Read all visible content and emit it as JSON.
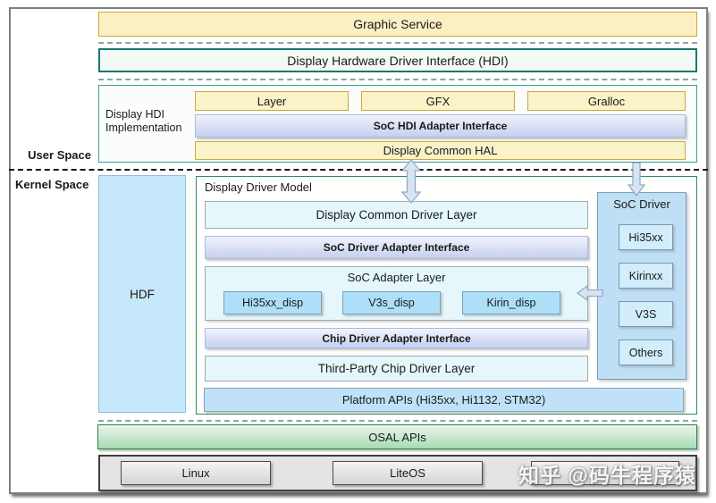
{
  "labels": {
    "user_space": "User Space",
    "kernel_space": "Kernel Space"
  },
  "top": {
    "graphic_service": "Graphic Service",
    "hdi": "Display Hardware Driver Interface (HDI)"
  },
  "hdi_impl": {
    "label": "Display HDI Implementation",
    "modules": [
      "Layer",
      "GFX",
      "Gralloc"
    ],
    "adapter": "SoC HDI Adapter Interface",
    "hal": "Display Common HAL"
  },
  "kernel": {
    "hdf": "HDF",
    "ddm": {
      "title": "Display Driver Model",
      "common_layer": "Display Common Driver Layer",
      "soc_adapter_interface": "SoC Driver Adapter Interface",
      "soc_adapter_layer": {
        "title": "SoC Adapter Layer",
        "chips": [
          "Hi35xx_disp",
          "V3s_disp",
          "Kirin_disp"
        ]
      },
      "chip_adapter_interface": "Chip Driver Adapter Interface",
      "third_party": "Third-Party Chip Driver Layer",
      "platform_apis": "Platform APIs (Hi35xx, Hi1132, STM32)"
    },
    "soc_driver": {
      "title": "SoC Driver",
      "chips": [
        "Hi35xx",
        "Kirinxx",
        "V3S",
        "Others"
      ]
    }
  },
  "bottom": {
    "osal": "OSAL APIs",
    "os_list": [
      "Linux",
      "LiteOS"
    ]
  },
  "watermark": "知乎 @码牛程序猿",
  "palette": {
    "yellow_fill": "#faf2c8",
    "yellow_border": "#c9a93e",
    "teal_border": "#15796b",
    "green_border": "#2e8b62",
    "periwinkle_top": "#f1f4fc",
    "periwinkle_bottom": "#c5cff0",
    "cyan_fill": "#e5f7fa",
    "blue_chip": "#ade0f8",
    "hdf_blue": "#c5e8fa",
    "soc_driver_blue": "#bfdff5",
    "osal_green": "#a5dbb2",
    "os_gray": "#e4e4e4"
  }
}
